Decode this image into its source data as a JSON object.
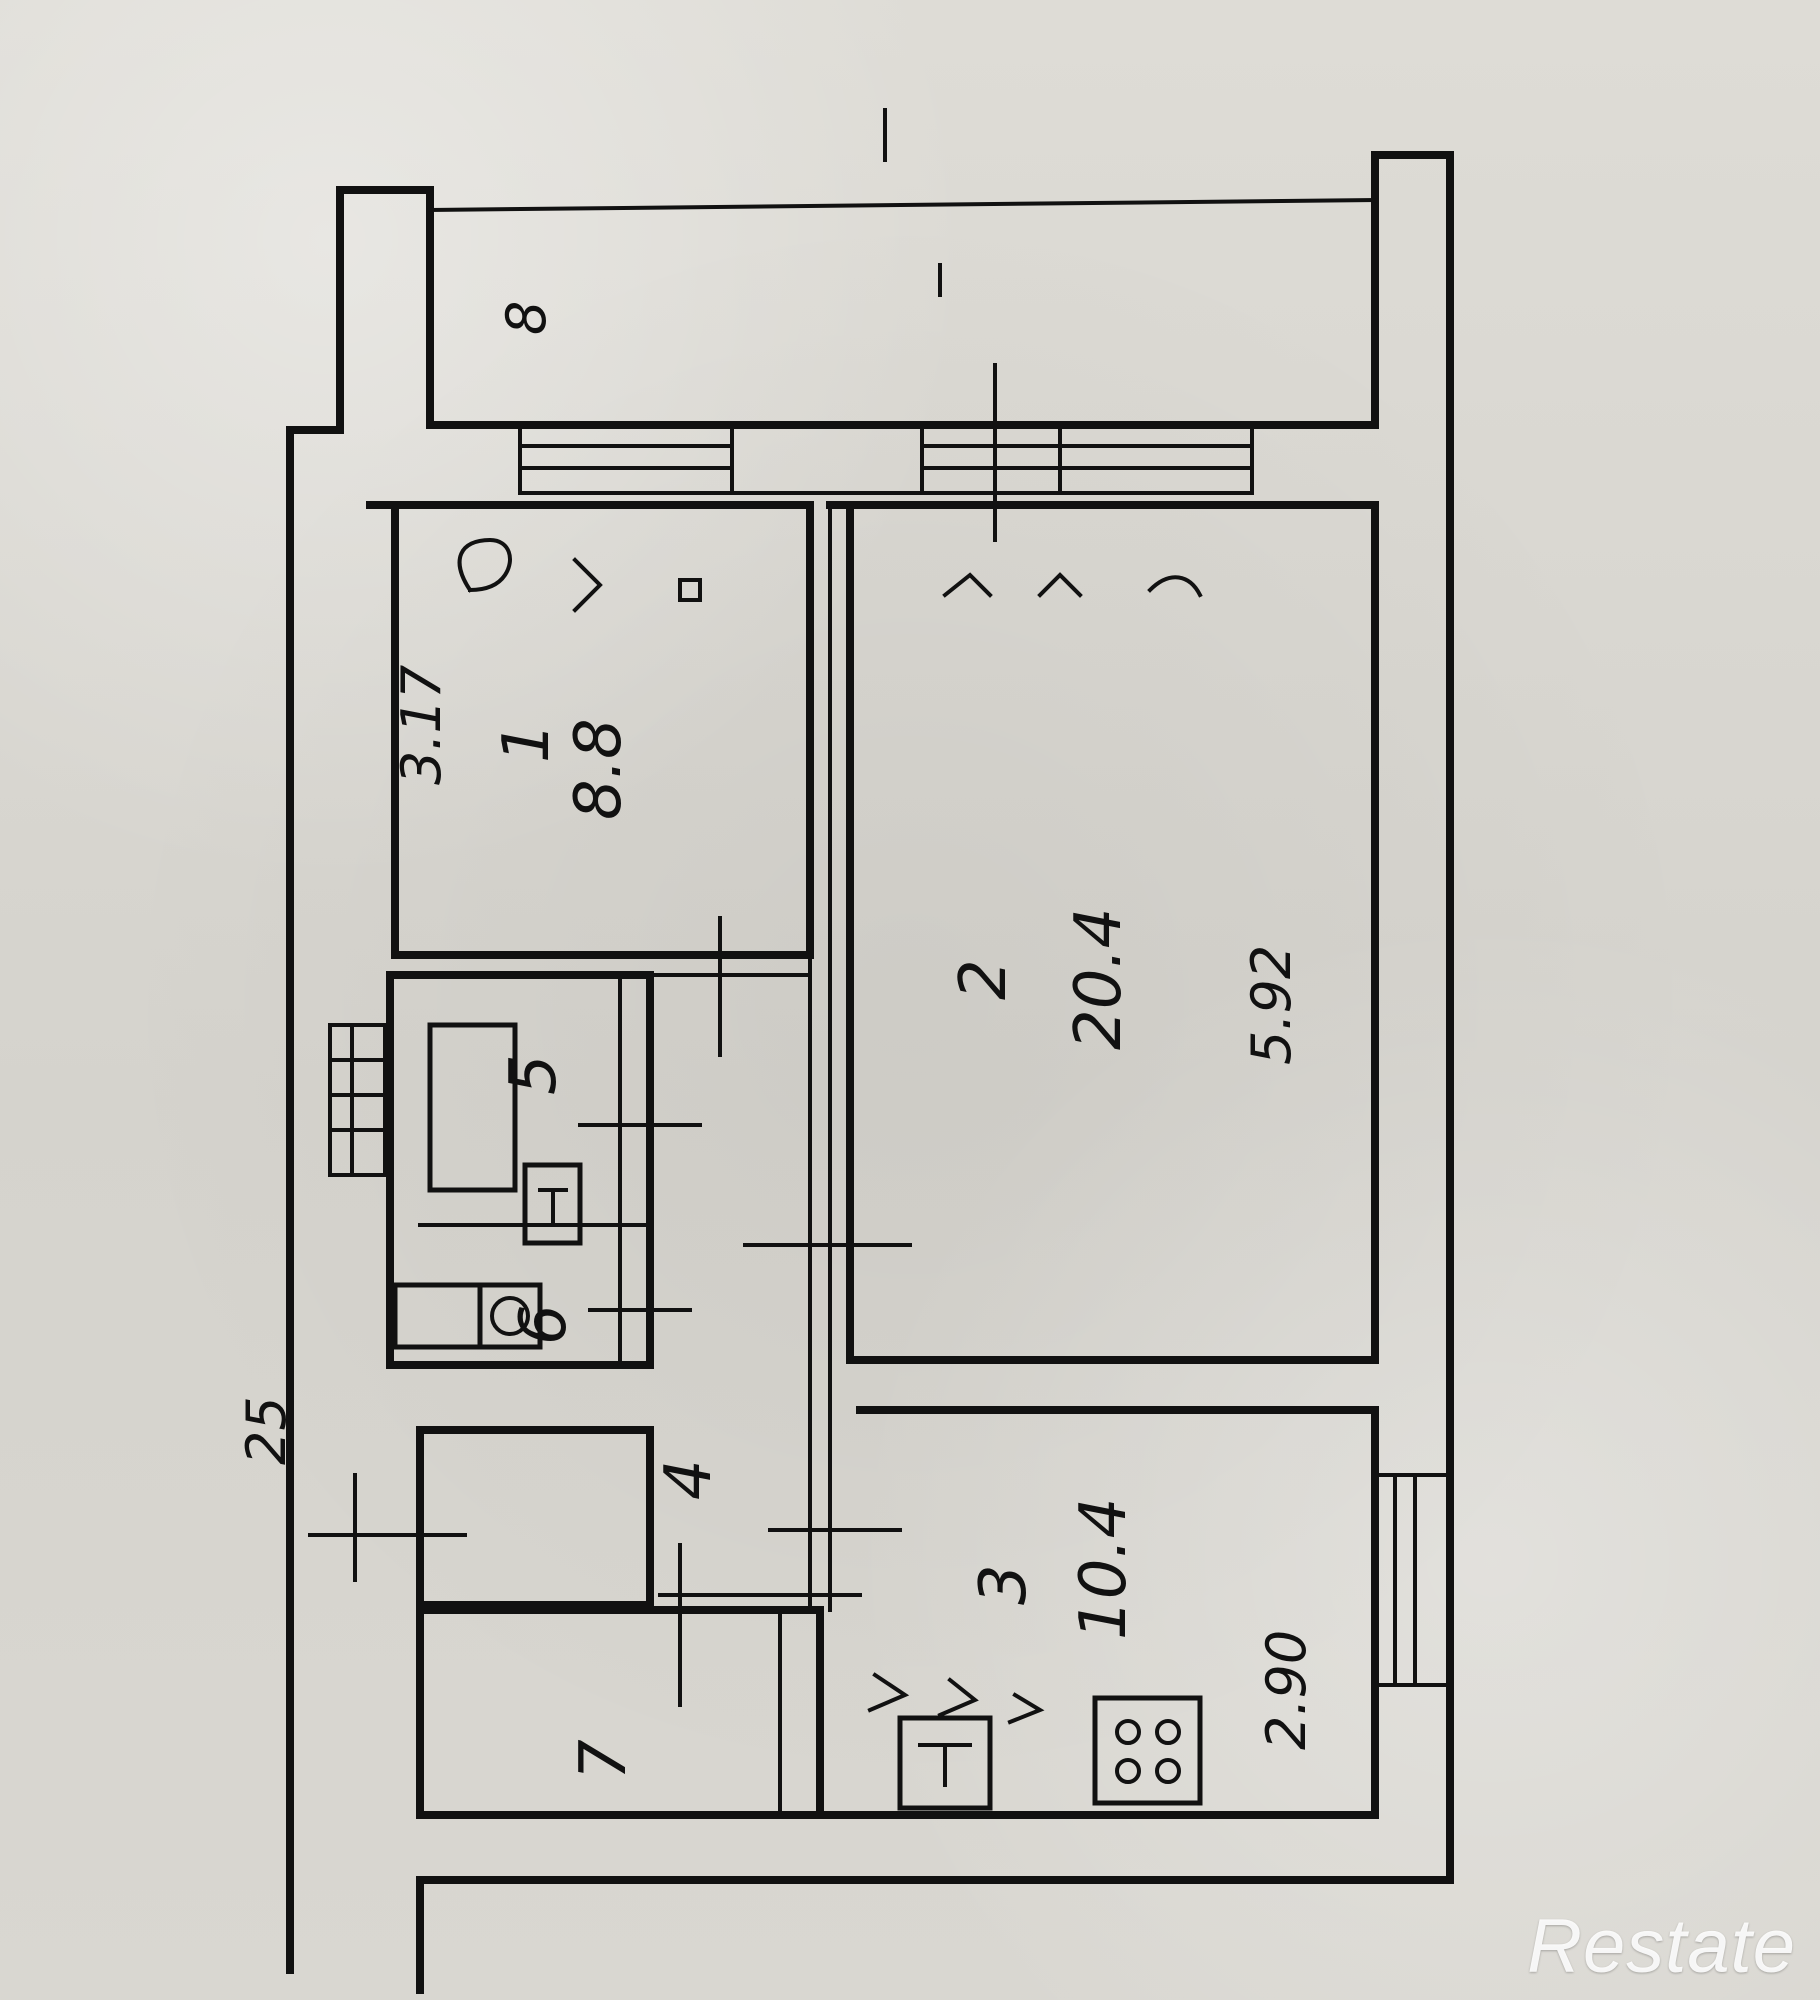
{
  "plan": {
    "labels": {
      "balcony": "8",
      "room1_height": "3.17",
      "room1_number": "1",
      "room1_area": "8.8",
      "room2_number": "2",
      "room2_area": "20.4",
      "room2_height": "5.92",
      "room3_number": "3",
      "room3_area": "10.4",
      "room3_height": "2.90",
      "room4_number": "4",
      "room5_number": "5",
      "room6_number": "6",
      "room7_number": "7",
      "outer_number": "25"
    },
    "watermark": "Restate"
  }
}
